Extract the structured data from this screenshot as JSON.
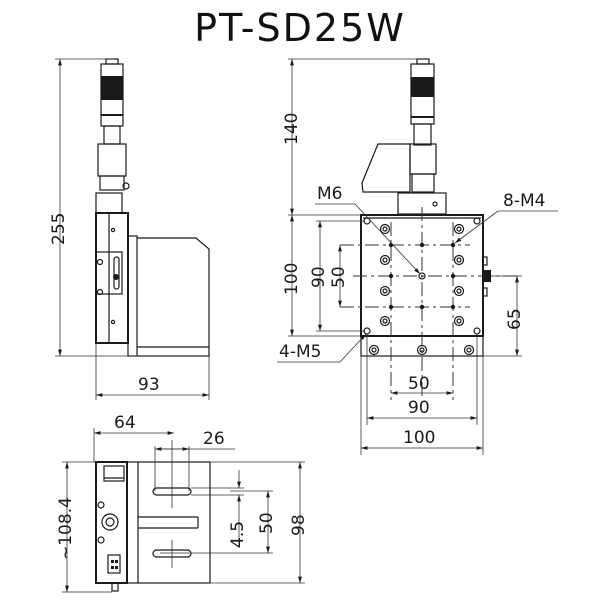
{
  "title": "PT-SD25W",
  "side_view": {
    "height_dim": "255",
    "width_dim": "93"
  },
  "top_view": {
    "micrometer_height_dim": "140",
    "labels": {
      "center_thread": "M6",
      "top_holes": "8-M4",
      "mount_holes": "4-M5"
    },
    "vertical_dims": [
      "100",
      "90",
      "50",
      "65"
    ],
    "horizontal_dims": [
      "50",
      "90",
      "100"
    ]
  },
  "bottom_view": {
    "dims": {
      "width_64": "64",
      "slot_26": "26",
      "height_108": "~108.4",
      "slot_width": "4.5",
      "slot_spacing": "50",
      "height_98": "98"
    }
  },
  "colors": {
    "line": "#1a1a1a",
    "background": "#ffffff"
  }
}
